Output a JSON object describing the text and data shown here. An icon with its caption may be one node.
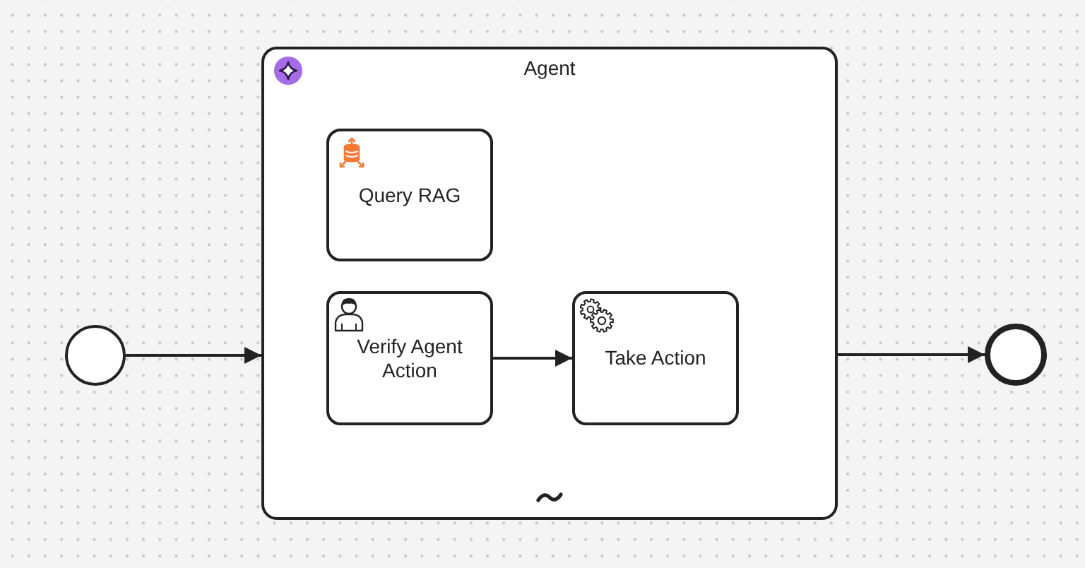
{
  "diagram": {
    "nodes": [
      {
        "text": [],
        "shape": "circle"
      },
      {
        "text": [
          "Agent"
        ]
      },
      {
        "text": [
          "Query RAG"
        ],
        "in": 1
      },
      {
        "text": [
          "Verify Agent Action"
        ],
        "in": 1
      },
      {
        "text": [
          "Take Action"
        ],
        "in": 1
      },
      {
        "text": [],
        "shape": "circle"
      }
    ],
    "edges": [
      {
        "from": 0,
        "to": 1,
        "arrow": "to"
      },
      {
        "from": 3,
        "to": 4,
        "arrow": "to"
      },
      {
        "from": 1,
        "to": 5,
        "arrow": "to"
      }
    ]
  }
}
